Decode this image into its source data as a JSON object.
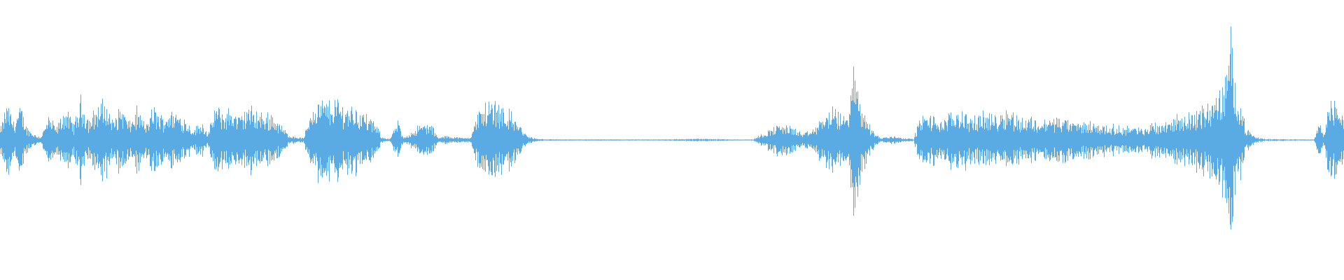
{
  "waveform": {
    "color": "#5aaae3",
    "background": "#ffffff",
    "amplitude_scale": 0.38,
    "envelope": [
      [
        0.0,
        0.1
      ],
      [
        0.005,
        0.35
      ],
      [
        0.01,
        0.18
      ],
      [
        0.015,
        0.32
      ],
      [
        0.02,
        0.12
      ],
      [
        0.025,
        0.06
      ],
      [
        0.03,
        0.03
      ],
      [
        0.036,
        0.22
      ],
      [
        0.042,
        0.12
      ],
      [
        0.048,
        0.3
      ],
      [
        0.055,
        0.15
      ],
      [
        0.06,
        0.4
      ],
      [
        0.066,
        0.2
      ],
      [
        0.072,
        0.32
      ],
      [
        0.078,
        0.38
      ],
      [
        0.084,
        0.18
      ],
      [
        0.09,
        0.34
      ],
      [
        0.096,
        0.16
      ],
      [
        0.102,
        0.3
      ],
      [
        0.108,
        0.14
      ],
      [
        0.114,
        0.32
      ],
      [
        0.12,
        0.22
      ],
      [
        0.126,
        0.28
      ],
      [
        0.132,
        0.26
      ],
      [
        0.138,
        0.2
      ],
      [
        0.144,
        0.1
      ],
      [
        0.15,
        0.18
      ],
      [
        0.155,
        0.06
      ],
      [
        0.16,
        0.33
      ],
      [
        0.166,
        0.26
      ],
      [
        0.172,
        0.3
      ],
      [
        0.178,
        0.22
      ],
      [
        0.184,
        0.32
      ],
      [
        0.19,
        0.28
      ],
      [
        0.196,
        0.24
      ],
      [
        0.202,
        0.26
      ],
      [
        0.208,
        0.16
      ],
      [
        0.214,
        0.06
      ],
      [
        0.22,
        0.03
      ],
      [
        0.226,
        0.02
      ],
      [
        0.232,
        0.34
      ],
      [
        0.238,
        0.38
      ],
      [
        0.244,
        0.36
      ],
      [
        0.25,
        0.4
      ],
      [
        0.256,
        0.32
      ],
      [
        0.262,
        0.34
      ],
      [
        0.268,
        0.28
      ],
      [
        0.274,
        0.22
      ],
      [
        0.28,
        0.14
      ],
      [
        0.284,
        0.03
      ],
      [
        0.29,
        0.01
      ],
      [
        0.296,
        0.18
      ],
      [
        0.3,
        0.02
      ],
      [
        0.306,
        0.08
      ],
      [
        0.312,
        0.14
      ],
      [
        0.318,
        0.16
      ],
      [
        0.322,
        0.12
      ],
      [
        0.326,
        0.02
      ],
      [
        0.332,
        0.04
      ],
      [
        0.338,
        0.03
      ],
      [
        0.344,
        0.02
      ],
      [
        0.35,
        0.03
      ],
      [
        0.356,
        0.28
      ],
      [
        0.362,
        0.36
      ],
      [
        0.368,
        0.38
      ],
      [
        0.374,
        0.32
      ],
      [
        0.38,
        0.26
      ],
      [
        0.386,
        0.16
      ],
      [
        0.392,
        0.04
      ],
      [
        0.4,
        0.01
      ],
      [
        0.42,
        0.005
      ],
      [
        0.45,
        0.006
      ],
      [
        0.48,
        0.004
      ],
      [
        0.5,
        0.008
      ],
      [
        0.52,
        0.012
      ],
      [
        0.535,
        0.01
      ],
      [
        0.545,
        0.005
      ],
      [
        0.56,
        0.004
      ],
      [
        0.575,
        0.12
      ],
      [
        0.582,
        0.16
      ],
      [
        0.59,
        0.12
      ],
      [
        0.598,
        0.06
      ],
      [
        0.605,
        0.1
      ],
      [
        0.612,
        0.22
      ],
      [
        0.618,
        0.3
      ],
      [
        0.624,
        0.26
      ],
      [
        0.63,
        0.22
      ],
      [
        0.636,
        0.7
      ],
      [
        0.642,
        0.3
      ],
      [
        0.648,
        0.12
      ],
      [
        0.655,
        0.02
      ],
      [
        0.665,
        0.04
      ],
      [
        0.672,
        0.02
      ],
      [
        0.68,
        0.01
      ],
      [
        0.684,
        0.2
      ],
      [
        0.69,
        0.24
      ],
      [
        0.696,
        0.22
      ],
      [
        0.702,
        0.18
      ],
      [
        0.708,
        0.26
      ],
      [
        0.714,
        0.3
      ],
      [
        0.72,
        0.24
      ],
      [
        0.726,
        0.2
      ],
      [
        0.732,
        0.28
      ],
      [
        0.738,
        0.22
      ],
      [
        0.744,
        0.26
      ],
      [
        0.75,
        0.3
      ],
      [
        0.756,
        0.24
      ],
      [
        0.762,
        0.2
      ],
      [
        0.768,
        0.22
      ],
      [
        0.774,
        0.18
      ],
      [
        0.78,
        0.2
      ],
      [
        0.786,
        0.22
      ],
      [
        0.792,
        0.2
      ],
      [
        0.798,
        0.18
      ],
      [
        0.804,
        0.16
      ],
      [
        0.81,
        0.18
      ],
      [
        0.816,
        0.16
      ],
      [
        0.822,
        0.14
      ],
      [
        0.828,
        0.14
      ],
      [
        0.834,
        0.12
      ],
      [
        0.84,
        0.14
      ],
      [
        0.846,
        0.12
      ],
      [
        0.852,
        0.1
      ],
      [
        0.858,
        0.18
      ],
      [
        0.864,
        0.16
      ],
      [
        0.87,
        0.2
      ],
      [
        0.876,
        0.22
      ],
      [
        0.882,
        0.24
      ],
      [
        0.888,
        0.26
      ],
      [
        0.894,
        0.3
      ],
      [
        0.9,
        0.36
      ],
      [
        0.906,
        0.42
      ],
      [
        0.912,
        0.58
      ],
      [
        0.916,
        1.0
      ],
      [
        0.92,
        0.56
      ],
      [
        0.924,
        0.3
      ],
      [
        0.928,
        0.1
      ],
      [
        0.934,
        0.03
      ],
      [
        0.942,
        0.01
      ],
      [
        0.955,
        0.01
      ],
      [
        0.97,
        0.006
      ],
      [
        0.978,
        0.004
      ],
      [
        0.982,
        0.18
      ],
      [
        0.985,
        0.05
      ],
      [
        0.988,
        0.34
      ],
      [
        0.993,
        0.36
      ],
      [
        0.997,
        0.3
      ],
      [
        1.0,
        0.28
      ]
    ]
  }
}
